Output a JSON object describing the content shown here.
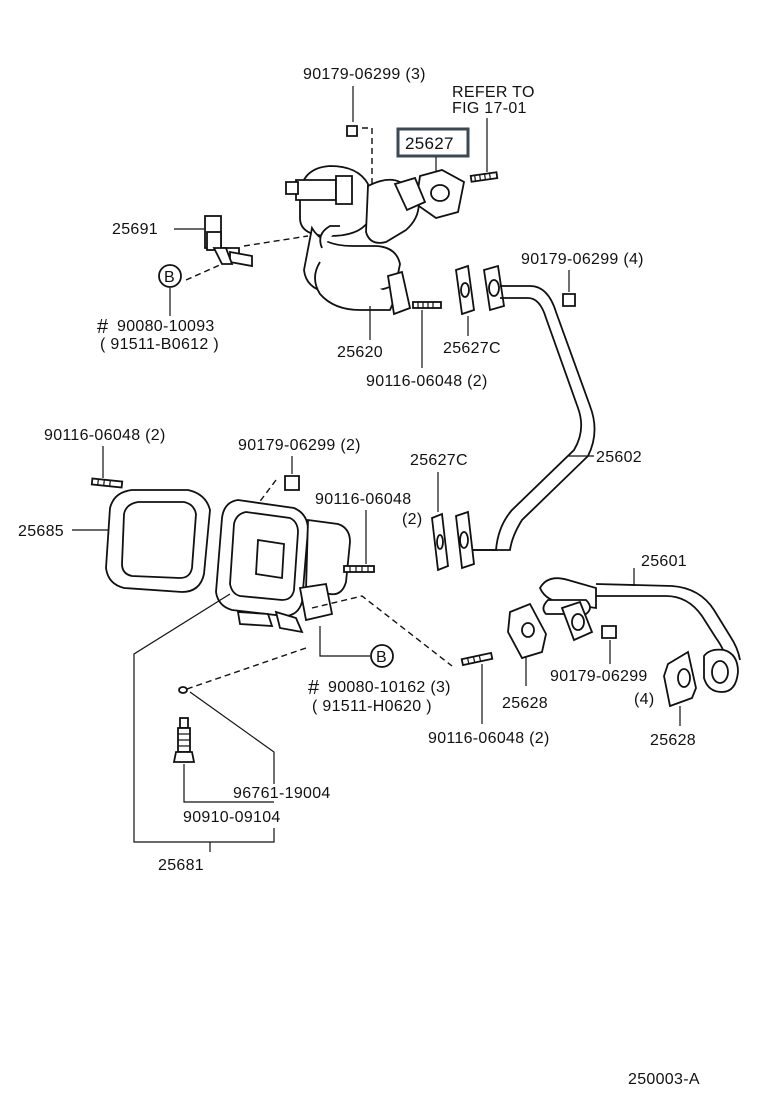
{
  "labels": {
    "bolt_top": "90179-06299 (3)",
    "refer_line1": "REFER TO",
    "refer_line2": "FIG 17-01",
    "highlight": "25627",
    "p25691": "25691",
    "p90179_4": "90179-06299 (4)",
    "b_circle1": "B",
    "hash1": "#",
    "ref_90080_10093": "90080-10093",
    "ref_91511_b0612": "( 91511-B0612 )",
    "p25620": "25620",
    "p25627c_top": "25627C",
    "p90116_06048_2a": "90116-06048 (2)",
    "p90116_06048_2b": "90116-06048 (2)",
    "p90179_06299_2": "90179-06299 (2)",
    "p90116_06048": "90116-06048",
    "p2_paren": "(2)",
    "p25685": "25685",
    "p25627c_mid": "25627C",
    "p25602": "25602",
    "p25601": "25601",
    "b_circle2": "B",
    "hash2": "#",
    "ref_90080_10162": "90080-10162 (3)",
    "ref_91511_h0620": "( 91511-H0620 )",
    "p25628a": "25628",
    "p90179_06299": "90179-06299",
    "p4_paren": "(4)",
    "p25628b": "25628",
    "p90116_06048_2c": "90116-06048 (2)",
    "p96761_19004": "96761-19004",
    "p90910_09104": "90910-09104",
    "p25681": "25681",
    "fig_code": "250003-A"
  }
}
